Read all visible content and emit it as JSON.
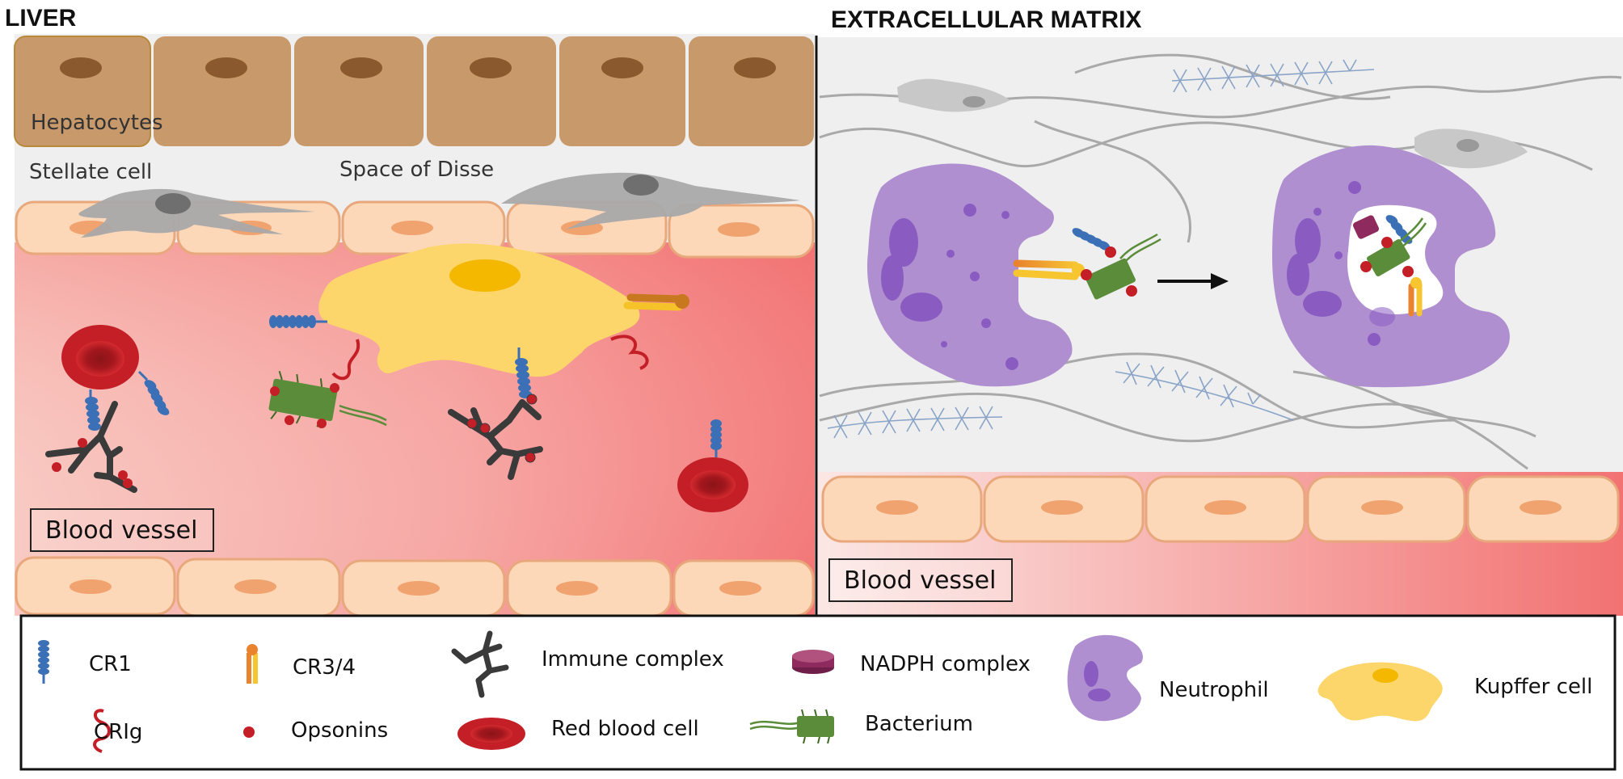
{
  "panels": {
    "liver": {
      "title": "LIVER",
      "hepatocytes_label": "Hepatocytes",
      "stellate_label": "Stellate cell",
      "disse_label": "Space of Disse",
      "vessel_label": "Blood vessel"
    },
    "ecm": {
      "title": "EXTRACELLULAR MATRIX",
      "vessel_label": "Blood vessel"
    }
  },
  "legend": {
    "items": [
      {
        "icon": "cr1-icon",
        "label": "CR1"
      },
      {
        "icon": "cr34-icon",
        "label": "CR3/4"
      },
      {
        "icon": "immune-complex-icon",
        "label": "Immune complex"
      },
      {
        "icon": "nadph-complex-icon",
        "label": "NADPH complex"
      },
      {
        "icon": "neutrophil-icon",
        "label": "Neutrophil"
      },
      {
        "icon": "kupffer-cell-icon",
        "label": "Kupffer cell"
      },
      {
        "icon": "crig-icon",
        "label": "CRIg"
      },
      {
        "icon": "opsonin-icon",
        "label": "Opsonins"
      },
      {
        "icon": "red-blood-cell-icon",
        "label": "Red blood cell"
      },
      {
        "icon": "bacterium-icon",
        "label": "Bacterium"
      }
    ]
  },
  "colors": {
    "hepatocyte": "#c8996b",
    "endothelial": "#fcd7b8",
    "vessel": "#f27d7d",
    "kupffer": "#fcd66a",
    "neutrophil": "#b08fd0",
    "rbc": "#c41e26",
    "bacterium": "#5b8c3a",
    "cr1": "#3b6fb6",
    "stellate": "#a9a9a9"
  }
}
